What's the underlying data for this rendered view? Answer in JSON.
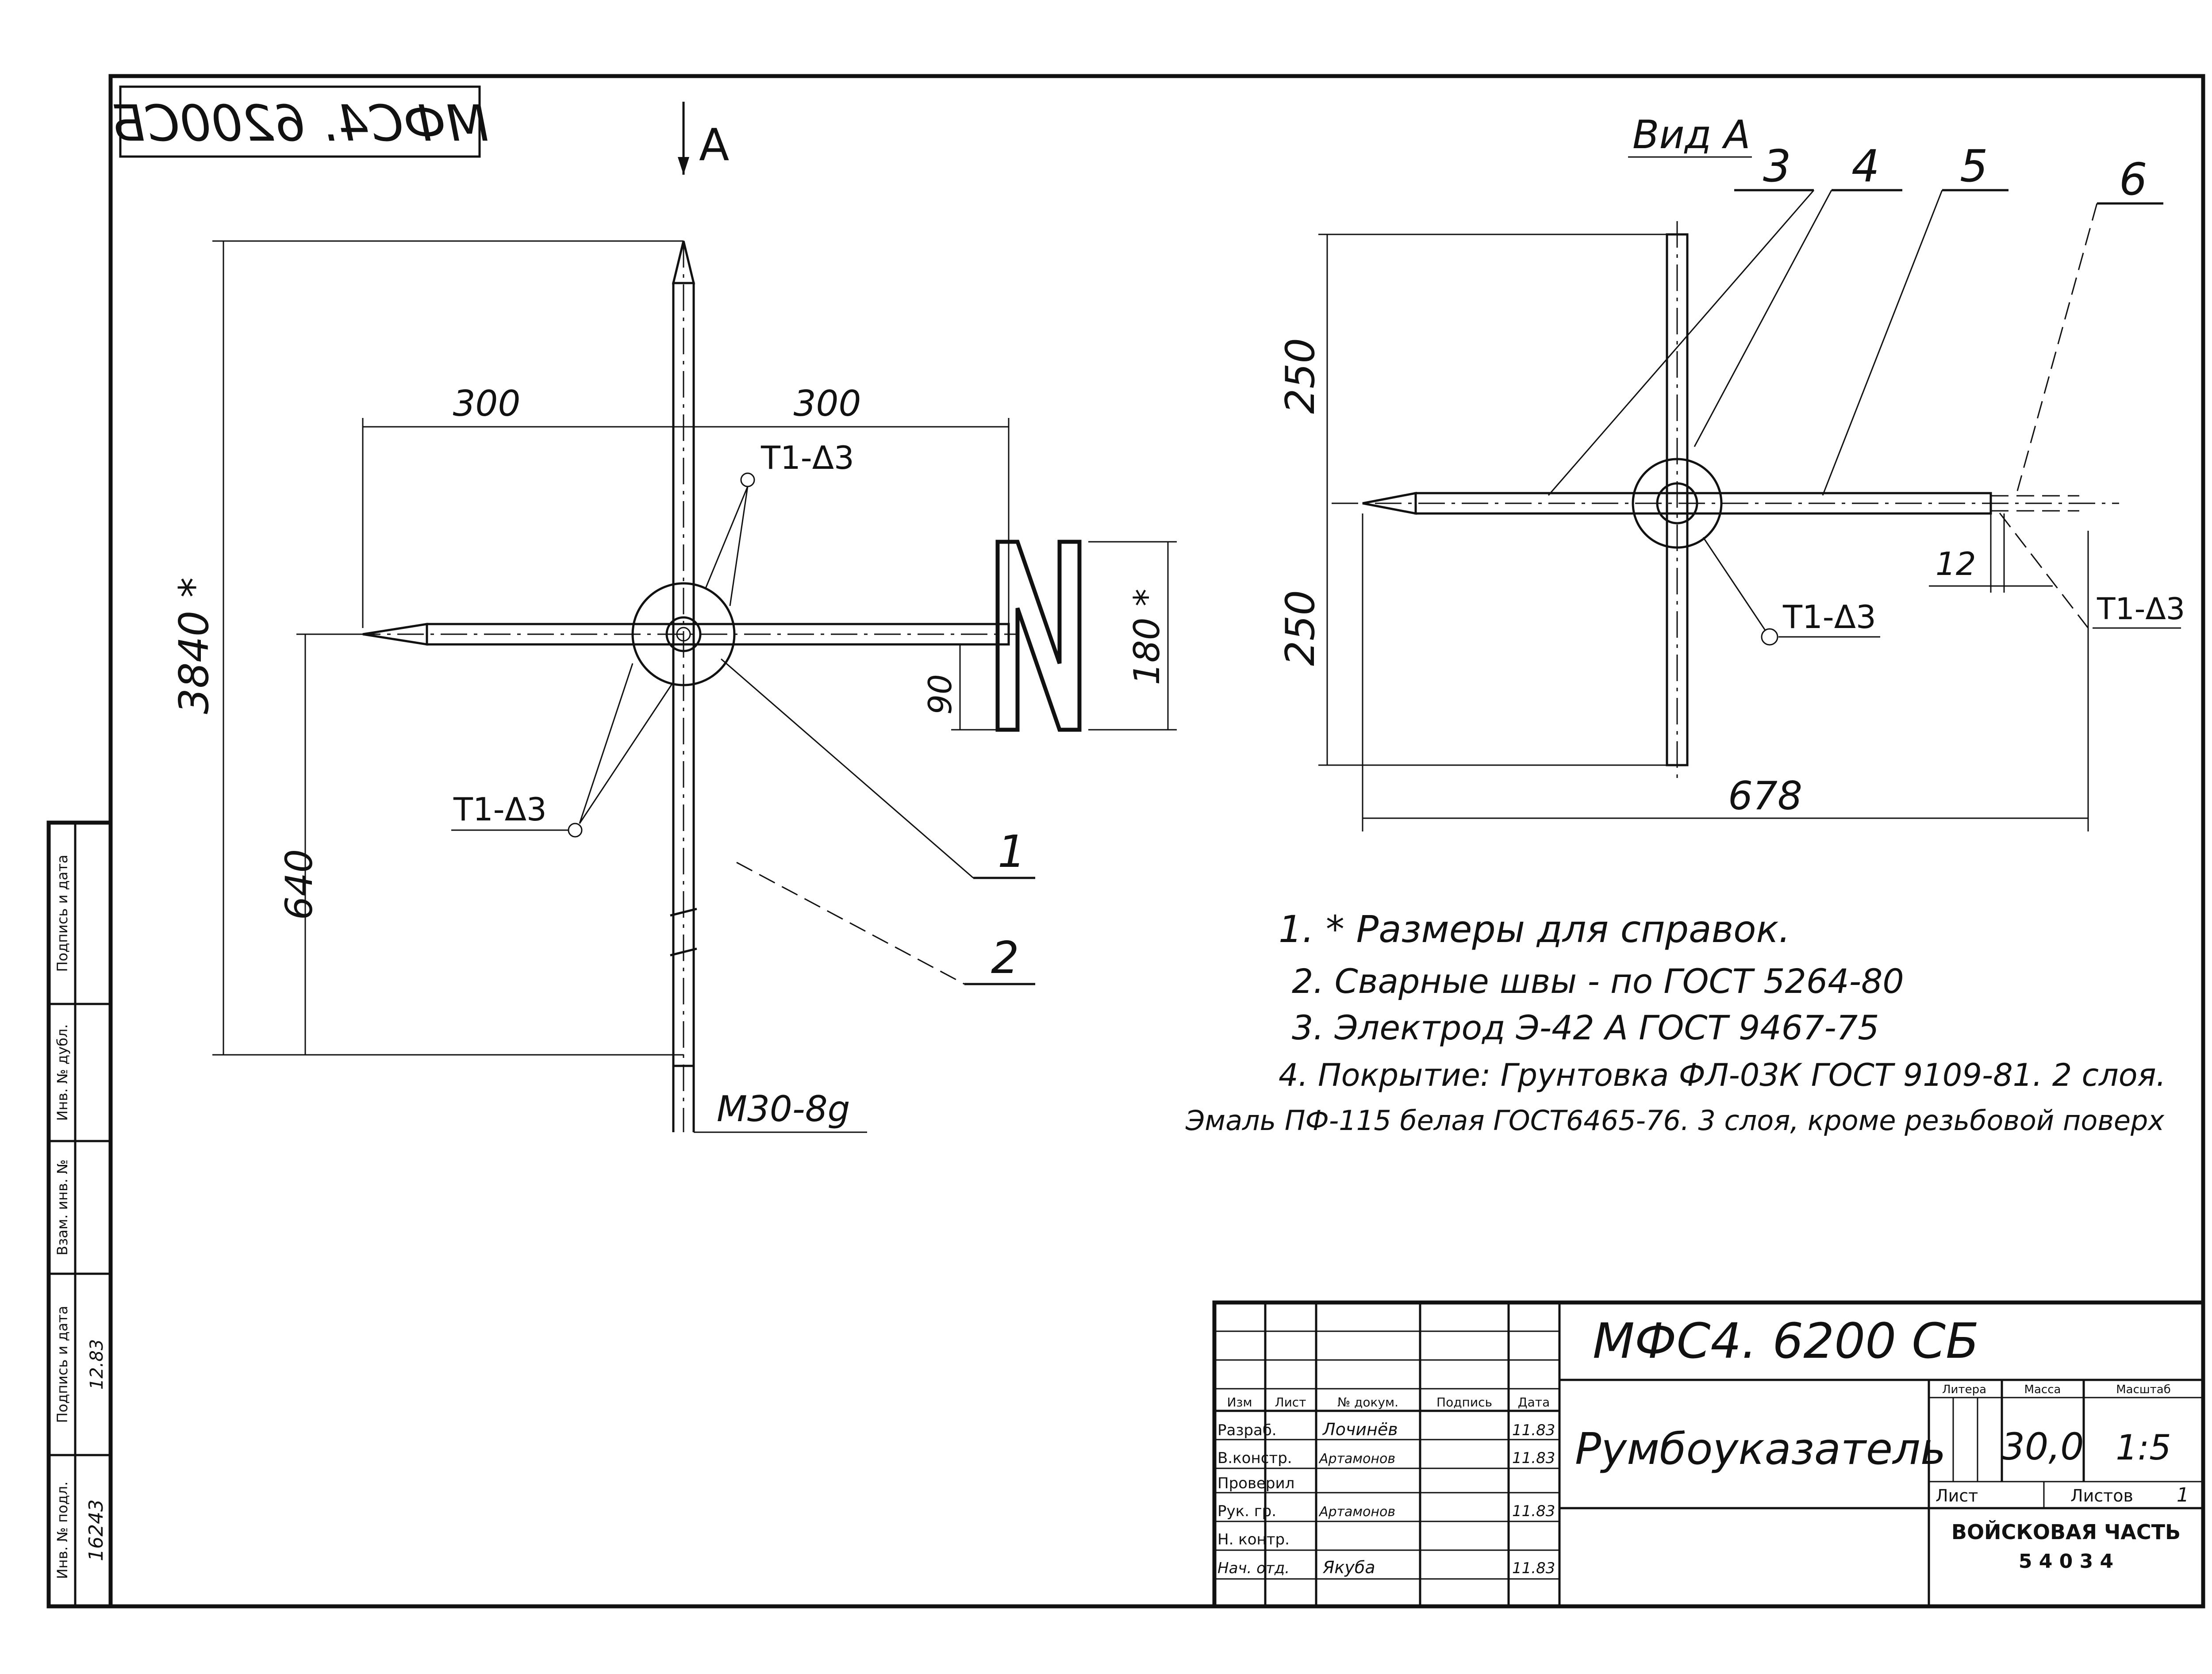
{
  "stamp_code": "МФС4. 6200СБ",
  "view_arrow_label": "A",
  "left_view": {
    "dims": {
      "total_height": "3840 *",
      "lower_height": "640",
      "left_width": "300",
      "right_width": "300",
      "letter_height": "180 *",
      "letter_offset": "90",
      "thread": "М30-8g"
    },
    "weld_labels": [
      "Т1-Δ3",
      "Т1-Δ3"
    ],
    "letter": "N",
    "callouts": [
      "1",
      "2"
    ]
  },
  "right_view": {
    "title": "Вид A",
    "callouts": [
      "3",
      "4",
      "5",
      "6"
    ],
    "dims": {
      "upper": "250",
      "lower": "250",
      "width": "678",
      "gap": "12"
    },
    "weld_labels": [
      "Т1-Δ3",
      "Т1-Δ3"
    ]
  },
  "notes": [
    "1. * Размеры для справок.",
    "2. Сварные швы - по ГОСТ 5264-80",
    "3. Электрод Э-42 А ГОСТ 9467-75",
    "4. Покрытие: Грунтовка ФЛ-03К ГОСТ 9109-81. 2 слоя.",
    "Эмаль ПФ-115 белая ГОСТ6465-76. 3 слоя, кроме резьбовой поверх"
  ],
  "title_block": {
    "doc_code": "МФС4. 6200 СБ",
    "name": "Румбоуказатель",
    "headers": {
      "change": "Изм",
      "sheet": "Лист",
      "doc_no": "№ докум.",
      "signature": "Подпись",
      "date": "Дата",
      "letter": "Литера",
      "mass": "Масса",
      "scale": "Масштаб"
    },
    "roles": [
      {
        "role": "Разраб.",
        "name": "Лочинёв",
        "date": "11.83"
      },
      {
        "role": "В.констр.",
        "name": "Артамонов",
        "date": "11.83"
      },
      {
        "role": "Проверил",
        "name": "",
        "date": ""
      },
      {
        "role": "Рук. гр.",
        "name": "Артамонов",
        "date": "11.83"
      },
      {
        "role": "Н. контр.",
        "name": "",
        "date": ""
      },
      {
        "role": "Нач. отд.",
        "name": "Якуба",
        "date": "11.83"
      }
    ],
    "mass": "30,0",
    "scale": "1:5",
    "sheet_label": "Лист",
    "sheets_label": "Листов",
    "sheets_value": "1",
    "org_line1": "ВОЙСКОВАЯ ЧАСТЬ",
    "org_line2": "5 4 0 3 4"
  },
  "side_strip": {
    "inv_label": "Инв. № подл.",
    "inv_value": "16243",
    "sign_date_label": "Подпись и дата",
    "sign_date_value": "12.83",
    "replace_label": "Взам. инв. №",
    "dup_label": "Инв. № дубл.",
    "sign_date_label2": "Подпись и дата"
  }
}
